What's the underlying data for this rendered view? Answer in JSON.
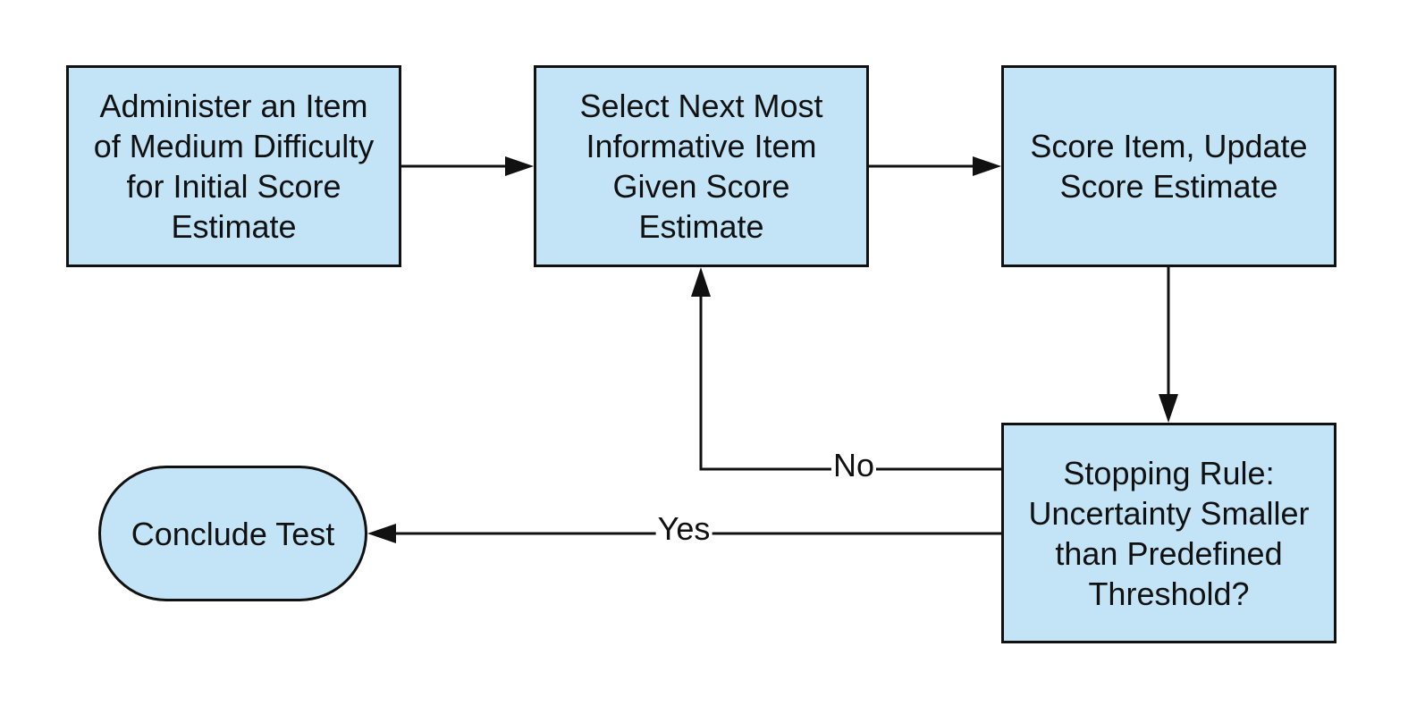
{
  "diagram": {
    "nodes": {
      "administer": {
        "label": "Administer an Item\nof Medium Difficulty\nfor Initial Score\nEstimate"
      },
      "select": {
        "label": "Select Next Most\nInformative Item\nGiven Score\nEstimate"
      },
      "score": {
        "label": "Score Item, Update\nScore Estimate"
      },
      "stopping": {
        "label": "Stopping Rule:\nUncertainty Smaller\nthan Predefined\nThreshold?"
      },
      "conclude": {
        "label": "Conclude Test"
      }
    },
    "edges": {
      "no_label": "No",
      "yes_label": "Yes"
    },
    "colors": {
      "node_fill": "#c2e4f6",
      "stroke": "#111111"
    }
  }
}
